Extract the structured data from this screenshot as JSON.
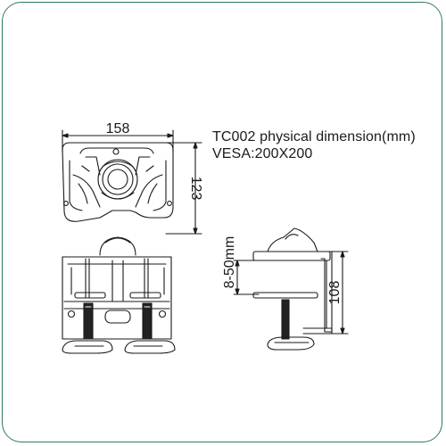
{
  "title": {
    "line1": "TC002 physical dimension(mm)",
    "line2": "VESA:200X200"
  },
  "dimensions": {
    "width": "158",
    "height": "123",
    "clamp_range": "8-50mm",
    "clamp_height": "108"
  },
  "colors": {
    "frame_border": "#2f7a5a",
    "line": "#1a1a1a",
    "dark_part": "#222222"
  }
}
